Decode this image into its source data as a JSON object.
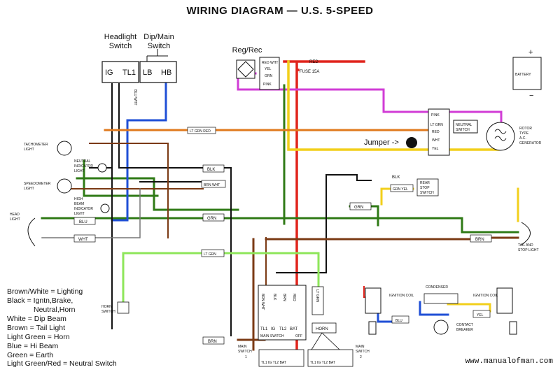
{
  "title": "WIRING DIAGRAM — U.S. 5-SPEED",
  "headlight_switch": {
    "label_line1": "Headlight",
    "label_line2": "Switch",
    "term_ig": "IG",
    "term_tl1": "TL1"
  },
  "dip_switch": {
    "label_line1": "Dip/Main",
    "label_line2": "Switch",
    "term_lb": "LB",
    "term_hb": "HB"
  },
  "regulator": {
    "label": "Reg/Rec",
    "pin1": "RED",
    "pin2": "WHT",
    "pin3": "YEL",
    "pin4": "GRN",
    "pin5": "PINK"
  },
  "fuse_label": "FUSE 15A",
  "battery_label": "BATTERY",
  "jumper_label": "Jumper ->",
  "alternator": {
    "label_line1": "ROTOR",
    "label_line2": "TYPE",
    "label_line3": "A.C.",
    "label_line4": "GENERATOR"
  },
  "alt_connector": {
    "pink": "PINK",
    "ltgrn_red": "LT GRN",
    "red": "RED",
    "wht": "WHT",
    "yel": "YEL"
  },
  "neutral_switch": {
    "line1": "NEUTRAL",
    "line2": "SWITCH"
  },
  "rear_stop_switch": {
    "line1": "REAR",
    "line2": "STOP",
    "line3": "SWITCH"
  },
  "tail_light": {
    "line1": "TAIL AND",
    "line2": "STOP LIGHT"
  },
  "lamps": {
    "tach": {
      "line1": "TACHOMETER",
      "line2": "LIGHT"
    },
    "neutral": {
      "line1": "NEUTRAL",
      "line2": "INDICATOR",
      "line3": "LIGHT"
    },
    "speedo": {
      "line1": "SPEEDOMETER",
      "line2": "LIGHT"
    },
    "high_beam": {
      "line1": "HIGH",
      "line2": "BEAM",
      "line3": "INDICATOR",
      "line4": "LIGHT"
    },
    "head": {
      "line1": "HEAD",
      "line2": "LIGHT"
    }
  },
  "wire_labels": {
    "ltgrn_red": "LT GRN RED",
    "blk_upper": "BLK",
    "brn_wht": "BRN WHT",
    "grn_mid": "GRN",
    "blu": "BLU",
    "wht": "WHT",
    "lt_grn": "LT GRN",
    "blk_rear": "BLK",
    "grn_yel": "GRN YEL",
    "grn_right": "GRN",
    "brn_tail": "BRN",
    "brn_bottom": "BRN",
    "brn_wht_vert": "BRN WHT",
    "blu_wht_vert": "BLU WHT"
  },
  "main_switch": {
    "term_tl1": "TL1",
    "term_ig": "IG",
    "term_tl2": "TL2",
    "term_bat": "BAT",
    "label": "MAIN SWITCH",
    "off": "OFF",
    "w1": "BRN WHT",
    "w2": "BLK",
    "w3": "BRN",
    "w4": "RED",
    "w5": "LT GRN"
  },
  "horn": {
    "label": "HORN"
  },
  "horn_switch": {
    "line1": "HORN",
    "line2": "SWITCH"
  },
  "main_switch_1": {
    "line1": "MAIN",
    "line2": "SWITCH",
    "line3": "1",
    "terms": "TL1  IG  TL2  BAT"
  },
  "main_switch_2": {
    "line1": "MAIN",
    "line2": "SWITCH",
    "line3": "2",
    "terms": "TL1  IG  TL2  BAT"
  },
  "ignition": {
    "coil_left": "IGNITION COIL",
    "coil_right": "IGNITION COIL",
    "condenser": "CONDENSER",
    "breaker_line1": "CONTACT",
    "breaker_line2": "BREAKER",
    "blu": "BLU",
    "yel": "YEL"
  },
  "legend": [
    "Brown/White = Lighting",
    "Black = Igntn,Brake,",
    "Neutral,Horn",
    "White = Dip Beam",
    "Brown = Tail Light",
    "Light Green = Horn",
    "Blue = Hi Beam",
    "Green = Earth",
    "Light Green/Red = Neutral Switch"
  ],
  "watermark": "www.manualofman.com",
  "colors": {
    "red": "#e0241c",
    "green": "#2f7a16",
    "blue": "#1f4fd6",
    "magenta": "#d13cd6",
    "yellow": "#f2cf1b",
    "brown": "#7b3a14",
    "black": "#111111",
    "ltgreen": "#8ee65a",
    "orange": "#e07a1e"
  }
}
